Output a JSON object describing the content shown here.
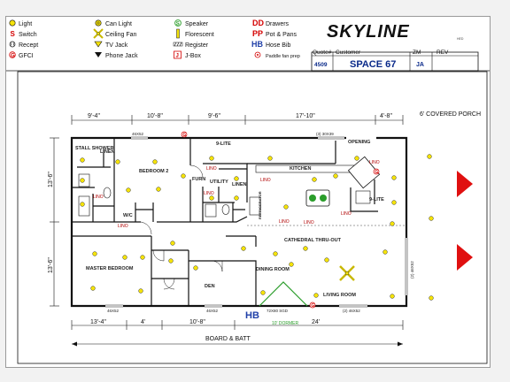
{
  "legend": [
    {
      "symbol": "light-icon",
      "label": "Light"
    },
    {
      "symbol": "switch-icon",
      "label": "Switch"
    },
    {
      "symbol": "recept-icon",
      "label": "Recept"
    },
    {
      "symbol": "gfci-icon",
      "label": "GFCI"
    },
    {
      "symbol": "can-light-icon",
      "label": "Can Light"
    },
    {
      "symbol": "ceiling-fan-icon",
      "label": "Ceiling Fan"
    },
    {
      "symbol": "tv-jack-icon",
      "label": "TV Jack"
    },
    {
      "symbol": "phone-jack-icon",
      "label": "Phone Jack"
    },
    {
      "symbol": "speaker-icon",
      "label": "Speaker"
    },
    {
      "symbol": "florescent-icon",
      "label": "Florescent"
    },
    {
      "symbol": "register-icon",
      "label": "Register"
    },
    {
      "symbol": "j-box-icon",
      "label": "J-Box"
    },
    {
      "symbol": "drawers-icon",
      "label": "Drawers"
    },
    {
      "symbol": "pot-pans-icon",
      "label": "Pot & Pans"
    },
    {
      "symbol": "hose-bib-icon",
      "label": "Hose Bib"
    },
    {
      "symbol": "paddle-fan-prep-icon",
      "label": "Paddle fan prep"
    }
  ],
  "legend_glyphs": {
    "drawers": "DD",
    "pots": "PP",
    "hose": "HB",
    "switch": "S",
    "gfci": "G",
    "speaker": "S",
    "jbox": "J"
  },
  "brand": {
    "logo": "SKYLINE",
    "suffix": "HED"
  },
  "title_block": {
    "headers": [
      "Quote#",
      "Customer",
      "ZM",
      "REV"
    ],
    "quote": "4509",
    "customer": "SPACE 67",
    "zm": "JA",
    "rev": ""
  },
  "dimensions_top": [
    "9'-4\"",
    "10'-8\"",
    "9'-6\"",
    "17'-10\"",
    "4'-8\""
  ],
  "dimensions_bottom": [
    "13'-4\"",
    "4'",
    "10'-8\"",
    "24'"
  ],
  "dimensions_left": [
    "13'-6\"",
    "13'-6\""
  ],
  "porch": "6' COVERED PORCH",
  "rooms": {
    "stall_shower": "STALL SHOWER",
    "linen1": "LINEN",
    "bedroom2": "BEDROOM 2",
    "nine_lite_top": "9-LITE",
    "utility": "UTILITY",
    "furn": "FURN",
    "linen2": "LINEN",
    "kitchen": "KITCHEN",
    "wc": "W/C",
    "refrigerator": "REFRIGERATOR",
    "nine_lite_right": "9-LITE",
    "master": "MASTER BEDROOM",
    "den": "DEN",
    "dining": "DINING ROOM",
    "living": "LIVING ROOM",
    "cathedral": "CATHEDRAL THRU-OUT",
    "opening": "OPENING"
  },
  "flooring": "LINO",
  "window_sizes": {
    "w_bed2_top": "46X52",
    "w_kitchen_top": "(3) 30X39",
    "w_master_bot": "46X52",
    "w_den_bot": "46X52",
    "w_slider": "72X80 SGD",
    "w_living_bot": "(2) 46X52",
    "w_living_right": "(2) 46X52"
  },
  "dormer": "10' DORMER",
  "hose_label": "HB",
  "gfci_label": "G",
  "siding": "BOARD & BATT",
  "colors": {
    "red": "#d40000",
    "blue": "#1f3fa8",
    "green": "#2a9d2a",
    "yellow": "#f4e20a",
    "arrow": "#e01010"
  }
}
